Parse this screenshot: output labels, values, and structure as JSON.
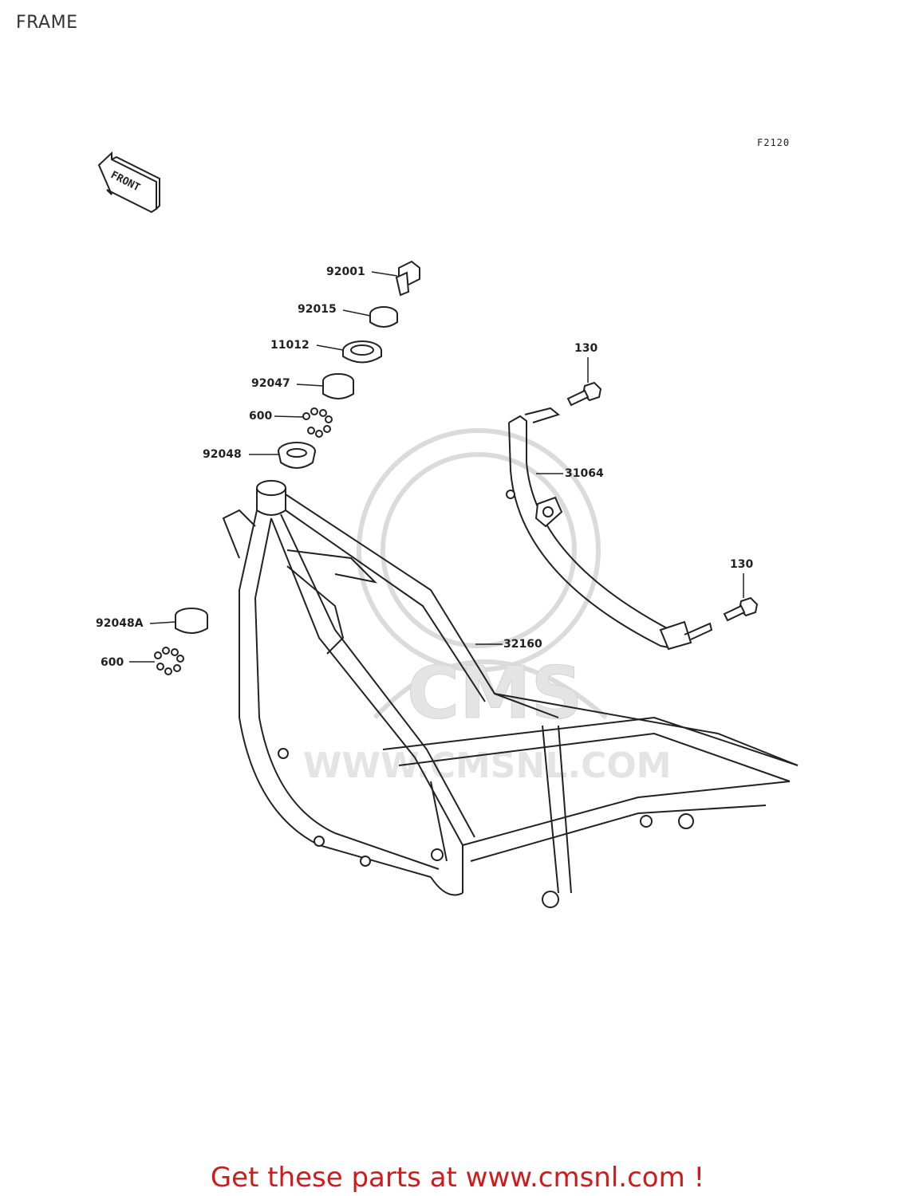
{
  "header": {
    "title": "FRAME"
  },
  "figure": {
    "code": "F2120",
    "front_label": "FRONT",
    "watermark_text": "WWW.CMSNL.COM",
    "watermark_logo_text": "CMS",
    "callouts": [
      {
        "id": "c-92001",
        "label": "92001"
      },
      {
        "id": "c-92015",
        "label": "92015"
      },
      {
        "id": "c-11012",
        "label": "11012"
      },
      {
        "id": "c-92047",
        "label": "92047"
      },
      {
        "id": "c-600a",
        "label": "600"
      },
      {
        "id": "c-92048",
        "label": "92048"
      },
      {
        "id": "c-130a",
        "label": "130"
      },
      {
        "id": "c-31064",
        "label": "31064"
      },
      {
        "id": "c-130b",
        "label": "130"
      },
      {
        "id": "c-92048A",
        "label": "92048A"
      },
      {
        "id": "c-600b",
        "label": "600"
      },
      {
        "id": "c-32160",
        "label": "32160"
      }
    ]
  },
  "footer": {
    "promo_text": "Get these parts at www.cmsnl.com !"
  }
}
